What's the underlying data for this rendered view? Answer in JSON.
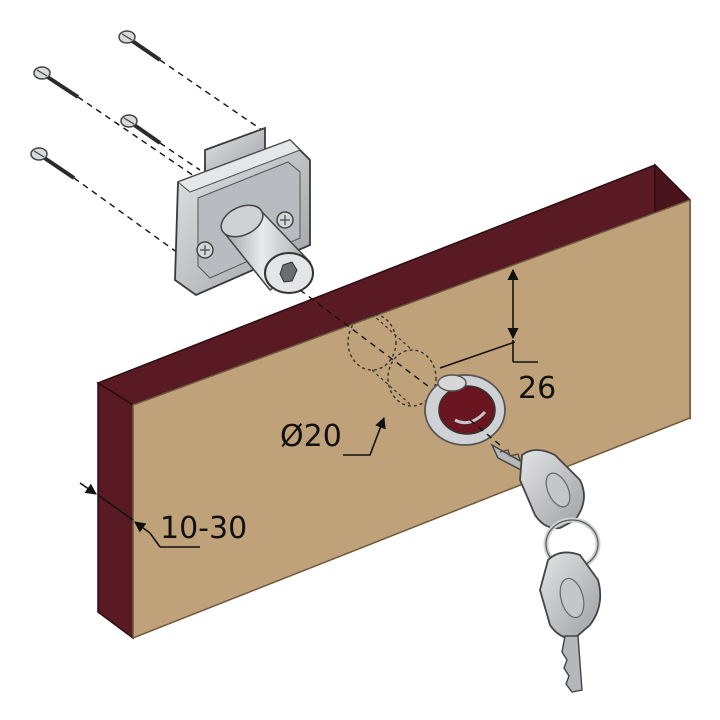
{
  "labels": {
    "depth": "26",
    "diameter": "Ø20",
    "thickness": "10-30"
  },
  "colors": {
    "board_face": "#bfa27a",
    "board_edge": "#5a1a24",
    "metal": "#c4c6c9",
    "metal_dark": "#8f9296",
    "line": "#111111"
  }
}
